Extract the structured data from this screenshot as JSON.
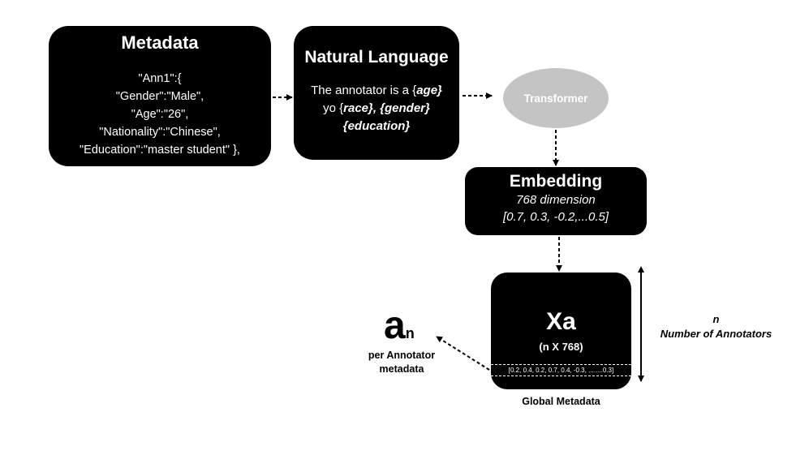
{
  "metadata": {
    "title": "Metadata",
    "lines": [
      "\"Ann1\":{",
      "\"Gender\":\"Male\",",
      "\"Age\":\"26\",",
      "\"Nationality\":\"Chinese\",",
      "\"Education\":\"master student\" },"
    ]
  },
  "natural_language": {
    "title": "Natural Language",
    "text_1": "The annotator is a {",
    "var_age": "age}",
    "text_2": "yo {",
    "var_race": "race}, {gender}",
    "var_education": "{education}"
  },
  "transformer": {
    "label": "Transformer"
  },
  "embedding": {
    "title": "Embedding",
    "dimension": "768 dimension",
    "vector": "[0.7, 0.3, -0.2,...0.5]"
  },
  "xa": {
    "title": "Xa",
    "dims": "(n X 768)",
    "row": "[0.2, 0.4, 0.2, 0.7, 0.4, -0.3, ........0.3]"
  },
  "global_label": "Global Metadata",
  "an": {
    "symbol": "a",
    "subscript": "n",
    "label_line1": "per Annotator",
    "label_line2": "metadata"
  },
  "n_annotators": {
    "symbol": "n",
    "label": "Number of Annotators"
  }
}
